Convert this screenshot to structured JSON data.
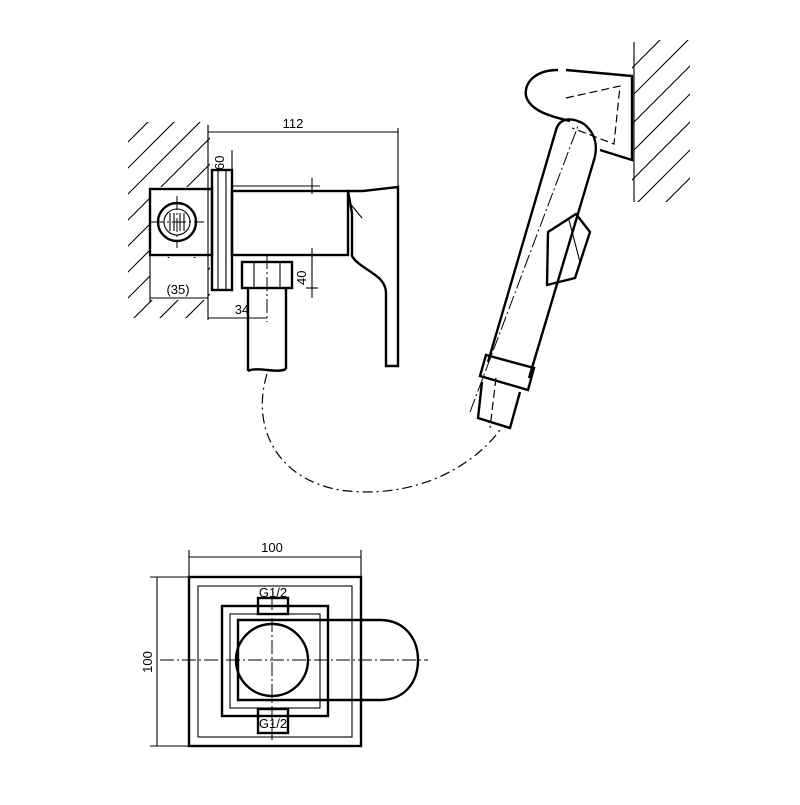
{
  "side_view": {
    "dim_overall_width": "112",
    "dim_plate_height": "60",
    "dim_outlet_height": "40",
    "dim_outlet_offset": "34",
    "dim_wall_depth": "(35)"
  },
  "top_view": {
    "dim_width": "100",
    "dim_height": "100",
    "thread_top": "G1/2",
    "thread_bottom": "G1/2"
  }
}
